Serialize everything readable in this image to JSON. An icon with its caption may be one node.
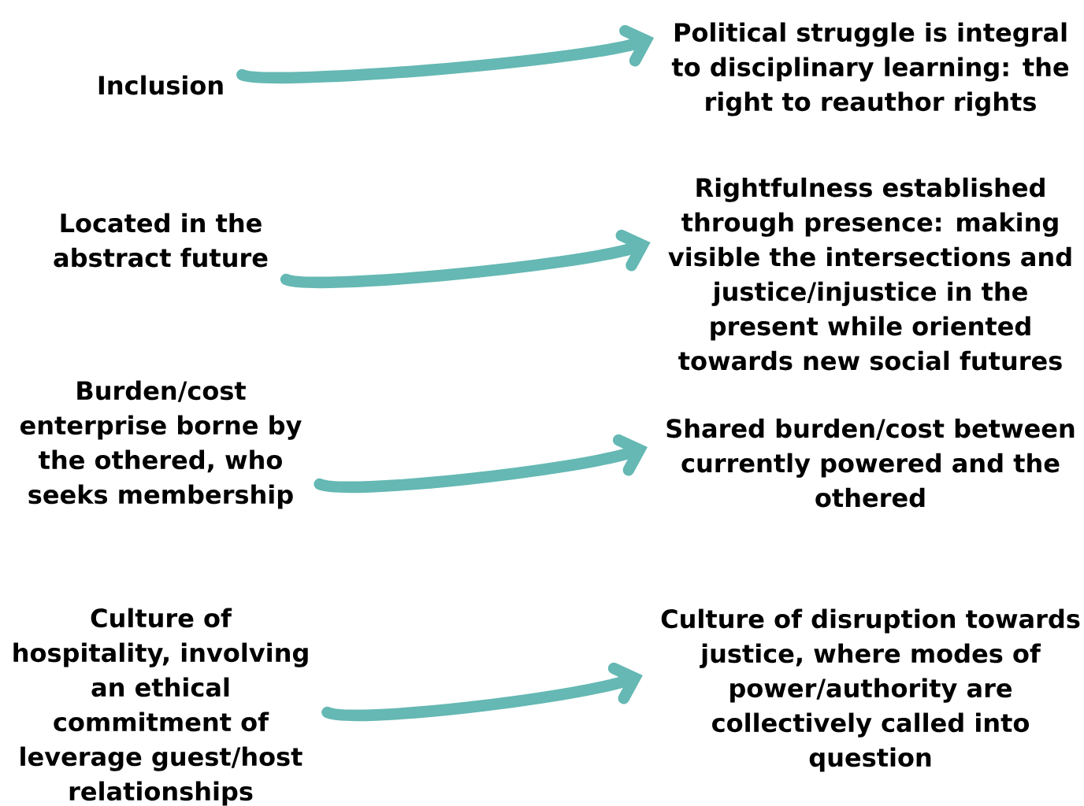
{
  "diagram": {
    "nodes": [
      {
        "text": [
          "Inclusion"
        ]
      },
      {
        "text": [
          "Located in the abstract future"
        ]
      },
      {
        "text": [
          "Burden/cost enterprise borne by the othered, who seeks membership"
        ]
      },
      {
        "text": [
          "Culture of hospitality, involving an ethical commitment of leverage guest/host relationships"
        ]
      },
      {
        "text": [
          "Political struggle is integral to disciplinary learning: the right to reauthor rights"
        ]
      },
      {
        "text": [
          "Rightfulness established through presence: making visible the intersections and justice/injustice in the present while oriented towards new social futures"
        ]
      },
      {
        "text": [
          "Shared burden/cost between currently powered and the othered"
        ]
      },
      {
        "text": [
          "Culture of disruption towards justice, where modes of power/authority are collectively called into question"
        ]
      }
    ],
    "edges": [
      {
        "from": 0,
        "to": 4,
        "arrow": "to"
      },
      {
        "from": 1,
        "to": 5,
        "arrow": "to"
      },
      {
        "from": 2,
        "to": 6,
        "arrow": "to"
      },
      {
        "from": 3,
        "to": 7,
        "arrow": "to"
      }
    ]
  }
}
